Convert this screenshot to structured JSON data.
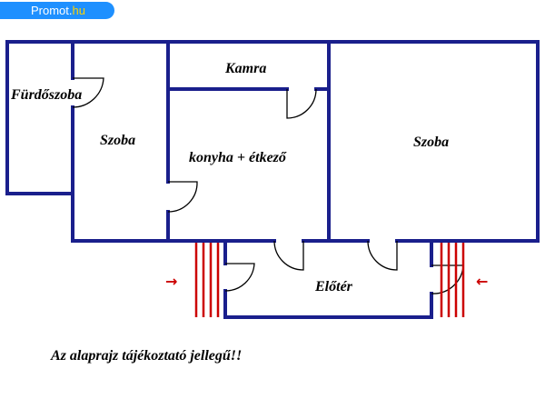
{
  "logo": {
    "text": "Promot.",
    "suffix": "hu"
  },
  "colors": {
    "wall": "#1a1f8c",
    "door": "#000000",
    "stair": "#cc0000",
    "logo_bg": "#1e90ff"
  },
  "rooms": {
    "furdoszoba": "Fürdőszoba",
    "szoba_left": "Szoba",
    "kamra": "Kamra",
    "konyha": "konyha + étkező",
    "szoba_right": "Szoba",
    "eloter": "Előtér"
  },
  "entrance_arrows": {
    "left": "→",
    "right": "←"
  },
  "disclaimer": "Az alaprajz tájékoztató jellegű!!"
}
